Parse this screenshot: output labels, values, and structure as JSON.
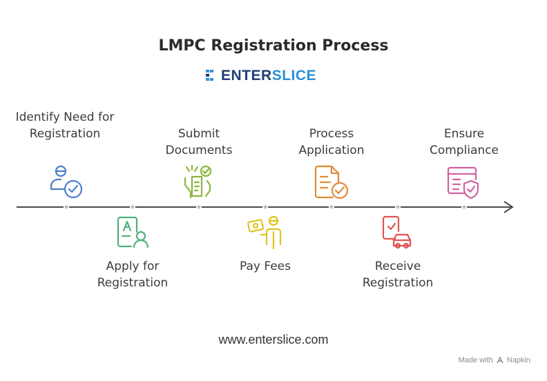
{
  "title": "LMPC Registration Process",
  "logo": {
    "part1": "ENTER",
    "part2": "SLICE"
  },
  "steps": [
    {
      "label": "Identify Need for Registration",
      "icon": "person-check-icon",
      "color": "#4a7fc9"
    },
    {
      "label": "Apply for Registration",
      "icon": "form-person-icon",
      "color": "#4fb07a"
    },
    {
      "label": "Submit Documents",
      "icon": "document-submit-icon",
      "color": "#8cb63c"
    },
    {
      "label": "Pay Fees",
      "icon": "money-person-icon",
      "color": "#e0c21f"
    },
    {
      "label": "Process Application",
      "icon": "document-check-icon",
      "color": "#e08a35"
    },
    {
      "label": "Receive Registration",
      "icon": "phone-car-icon",
      "color": "#e0524f"
    },
    {
      "label": "Ensure Compliance",
      "icon": "certificate-shield-icon",
      "color": "#d35fa0"
    }
  ],
  "footer": {
    "url": "www.enterslice.com",
    "made_with": "Made with",
    "brand": "Napkin"
  }
}
